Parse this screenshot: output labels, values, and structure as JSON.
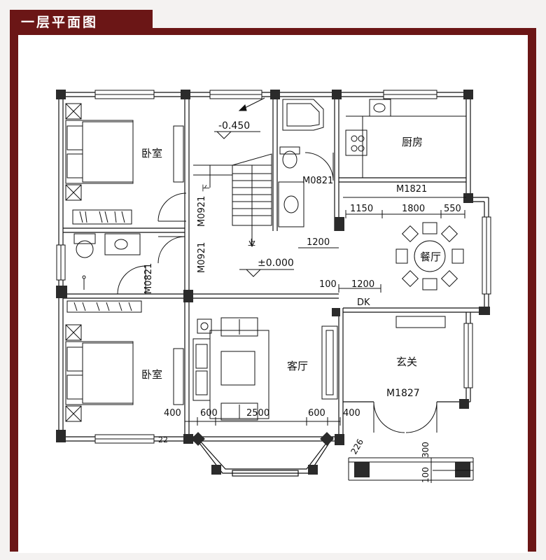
{
  "title": "一层平面图",
  "colors": {
    "frame": "#6b1616",
    "wall": "#111111",
    "column": "#2a2a2a"
  },
  "rooms": {
    "bedroom_top": "卧室",
    "bedroom_bottom": "卧室",
    "kitchen": "厨房",
    "dining": "餐厅",
    "living": "客厅",
    "foyer": "玄关"
  },
  "doors": {
    "m0821_wc": "M0821",
    "m0821_bath": "M0821",
    "m0921_upper": "M0921",
    "m0921_lower": "M0921",
    "m1821": "M1821",
    "m1827": "M1827",
    "dk": "DK"
  },
  "levels": {
    "stair_down_level": "-0.450",
    "ground_level": "±0.000"
  },
  "stairs": {
    "up": "上",
    "down": "下"
  },
  "dimensions": {
    "d1150": "1150",
    "d1800": "1800",
    "d550": "550",
    "d1200a": "1200",
    "d100": "100",
    "d1200b": "1200",
    "d400a": "400",
    "d600a": "600",
    "d2500": "2500",
    "d600b": "600",
    "d400b": "400",
    "d226": "226",
    "d300": "300",
    "d100b": "100",
    "d22": "22"
  }
}
